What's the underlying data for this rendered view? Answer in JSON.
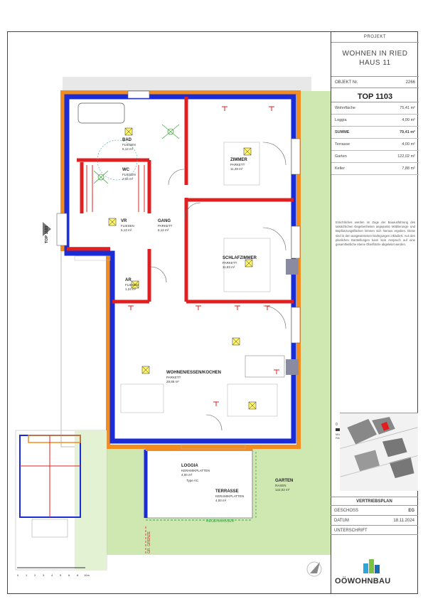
{
  "project": {
    "label": "PROJEKT",
    "name_line1": "WOHNEN IN RIED",
    "name_line2": "HAUS 11",
    "objekt_label": "OBJEKT Nr.",
    "objekt_nr": "2266",
    "top": "TOP 1103"
  },
  "areas": [
    {
      "label": "Wohnfläche",
      "value": "75,41 m²",
      "bold": false
    },
    {
      "label": "Loggia",
      "value": "4,00 m²",
      "bold": false
    },
    {
      "label": "SUMME",
      "value": "79,41 m²",
      "bold": true
    },
    {
      "label": "Terrasse",
      "value": "4,00 m²",
      "bold": false
    },
    {
      "label": "Garten",
      "value": "122,02 m²",
      "bold": false
    },
    {
      "label": "Keller",
      "value": "7,88 m²",
      "bold": false
    }
  ],
  "disclaimer": "Ersichtliches werden im Zuge der Bauausführung des tatsächlichen Gegebenheiten angepasst. Möblierungs- und Bepflanzungsflächen können sich hieraus ergeben. Diese sind in den ausgewiesenen Darlegungen inkludiert. Aus den planlichen Darstellungen kann kein Anspruch auf eine gesamtheitliche ebene Oberfläche abgeleitet werden.",
  "scale": {
    "nums": [
      "0",
      "1",
      "2",
      "5 m"
    ],
    "mt": "MASSSTAB 1:50 BEI AUSDRUCK IN ORIGINALGRÖSSE",
    "note": "RAUMHÖHE: 2,50m"
  },
  "footer": {
    "vertrieb": "VERTRIEBSPLAN",
    "geschoss_label": "GESCHOSS",
    "geschoss": "EG",
    "datum_label": "DATUM",
    "datum": "18.11.2024",
    "unterschrift_label": "UNTERSCHRIFT",
    "logo": "OÖWOHNBAU"
  },
  "rooms": {
    "bad": {
      "name": "BAD",
      "floor": "FLIESEN",
      "area": "6,12 m²"
    },
    "wc": {
      "name": "WC",
      "floor": "FLIESEN",
      "area": "2,34 m²"
    },
    "vr": {
      "name": "VR",
      "floor": "FLIESEN",
      "area": "5,13 m²"
    },
    "gang": {
      "name": "GANG",
      "floor": "PARKETT",
      "area": "6,12 m²"
    },
    "ar": {
      "name": "AR",
      "floor": "FLIESEN",
      "area": "1,24 m²"
    },
    "zimmer": {
      "name": "ZIMMER",
      "floor": "PARKETT",
      "area": "11,49 m²"
    },
    "schlaf": {
      "name": "SCHLAFZIMMER",
      "floor": "PARKETT",
      "area": "11,83 m²"
    },
    "wohnen": {
      "name": "WOHNEN/ESSEN/KOCHEN",
      "floor": "PARKETT",
      "area": "28,85 m²"
    },
    "loggia": {
      "name": "LOGGIA",
      "floor": "KERAMIKPLATTEN",
      "area": "4,00 m²"
    },
    "terrasse": {
      "name": "TERRASSE",
      "floor": "KERAMIKPLATTEN",
      "area": "4,00 m²"
    },
    "garten": {
      "name": "GARTEN",
      "floor": "RASEN",
      "area": "122,02 m²"
    }
  },
  "plan_notes": {
    "top_side": "TOP 1103",
    "regenwasser": "REGENWASSER",
    "type_ac": "Type AC",
    "gr_grenze": "GR. GRENZE"
  },
  "colors": {
    "wall_blue": "#1a2cd6",
    "wall_red": "#e02020",
    "wall_orange": "#f28c1e",
    "grass": "#cfe8b2"
  }
}
